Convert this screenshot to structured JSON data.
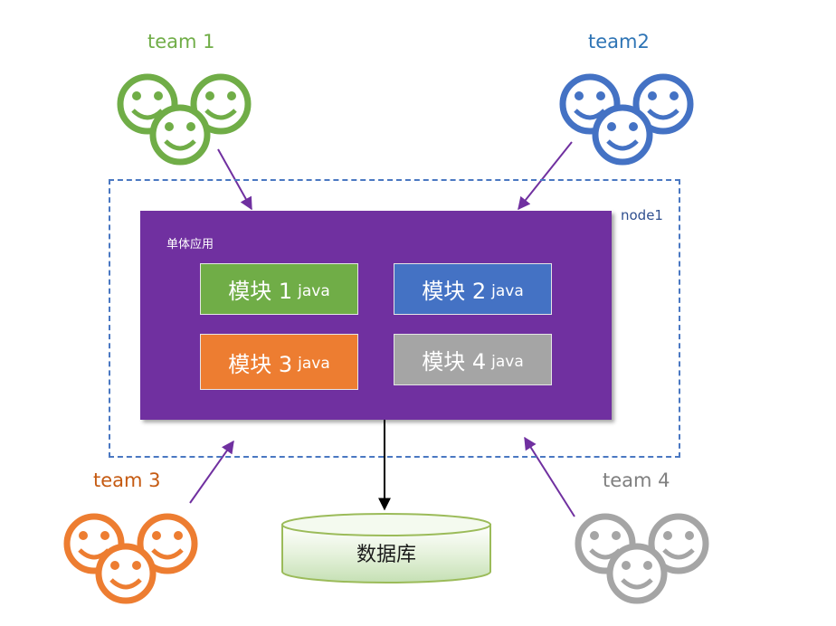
{
  "teams": [
    {
      "label": "team 1",
      "color": "#70ad47"
    },
    {
      "label": "team2",
      "color": "#4472c4"
    },
    {
      "label": "team 3",
      "color": "#ed7d31"
    },
    {
      "label": "team 4",
      "color": "#a5a5a5"
    }
  ],
  "node": {
    "label": "node1",
    "border_color": "#4a78c2"
  },
  "app": {
    "title": "单体应用",
    "color": "#7030a0"
  },
  "modules": [
    {
      "name": "模块 1",
      "ext": "java",
      "color": "#70ad47"
    },
    {
      "name": "模块 2",
      "ext": "java",
      "color": "#4472c4"
    },
    {
      "name": "模块 3",
      "ext": "java",
      "color": "#ed7d31"
    },
    {
      "name": "模块 4",
      "ext": "java",
      "color": "#a5a5a5"
    }
  ],
  "database": {
    "label": "数据库",
    "color": "#c5e0b4"
  },
  "icons": [
    "smiley-group-icon"
  ],
  "arrow_color": "#7030a0"
}
